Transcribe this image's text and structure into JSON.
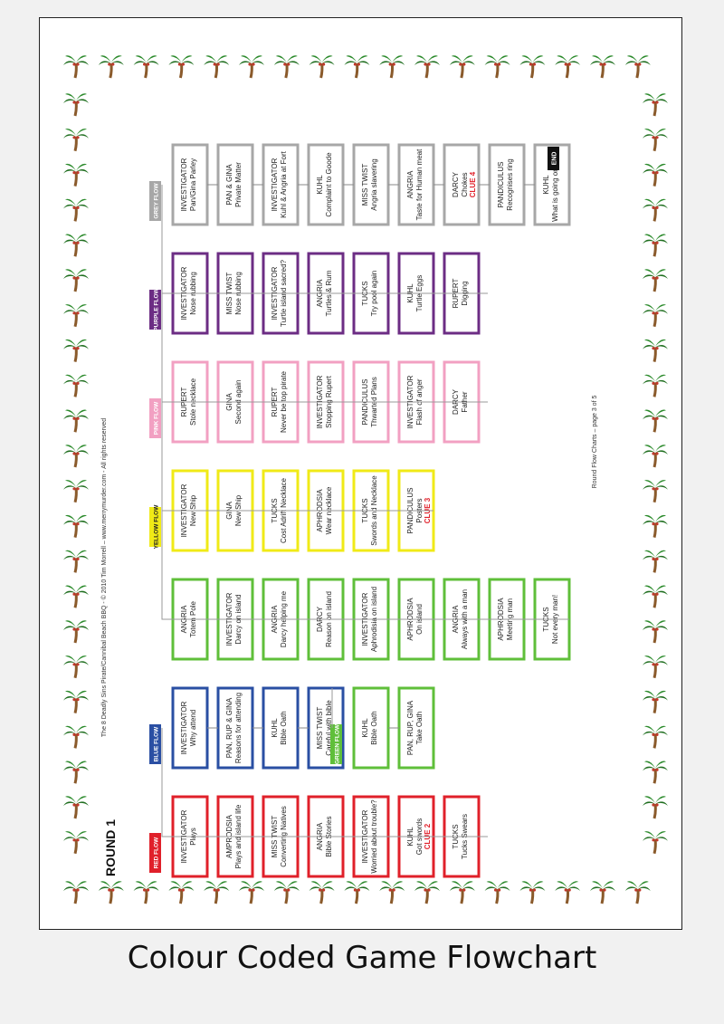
{
  "caption": "Colour Coded Game Flowchart",
  "round_label": "ROUND 1",
  "copyright": "The 8 Deadly Sins Pirate/Cannibal Beach BBQ - © 2010 Tim Morrell – www.merrymurder.com - All rights reserved",
  "page_note": "Round Flow Charts – page 3 of 5",
  "end_label": "END",
  "colors": {
    "red": "#e0202a",
    "blue": "#2a4fa3",
    "green": "#5fbf3a",
    "yellow": "#f0ea17",
    "pink": "#f2a0c2",
    "purple": "#6c2d84",
    "grey": "#a7a7a7",
    "clue": "#e0202a"
  },
  "flows": [
    {
      "id": "red",
      "label": "RED FLOW",
      "boxes": [
        {
          "title": "INVESTIGATOR",
          "sub": "Plays"
        },
        {
          "title": "AMPRODSIA",
          "sub": "Plays and island life"
        },
        {
          "title": "MISS TWIST",
          "sub": "Converting Natives"
        },
        {
          "title": "ANGRIA",
          "sub": "Bible Stories"
        },
        {
          "title": "INVESTIGATOR",
          "sub": "Worried about trouble?"
        },
        {
          "title": "KUHL",
          "sub": "Got swords",
          "clue": "CLUE 2"
        },
        {
          "title": "TUCKS",
          "sub": "Tucks Swears"
        }
      ]
    },
    {
      "id": "blue",
      "label": "BLUE FLOW",
      "boxes": [
        {
          "title": "INVESTIGATOR",
          "sub": "Why attend"
        },
        {
          "title": "PAN, RUP & GINA",
          "sub": "Reasons for attending"
        },
        {
          "title": "KUHL",
          "sub": "Bible Oath"
        },
        {
          "title": "MISS TWIST",
          "sub": "Careful with bible"
        }
      ]
    },
    {
      "id": "green",
      "label": "GREEN FLOW",
      "boxes": [
        {
          "title": "KUHL",
          "sub": "Bible Oath"
        },
        {
          "title": "PAN, RUP, GINA",
          "sub": "Take Oath"
        }
      ]
    },
    {
      "id": "green2",
      "label": "",
      "boxes": [
        {
          "title": "ANGRIA",
          "sub": "Totem Pole"
        },
        {
          "title": "INVESTIGATOR",
          "sub": "Darcy on island"
        },
        {
          "title": "ANGRIA",
          "sub": "Darcy helping me"
        },
        {
          "title": "DARCY",
          "sub": "Reason on island"
        },
        {
          "title": "INVESTIGATOR",
          "sub": "Aphrodisia on island"
        },
        {
          "title": "APHRODSIA",
          "sub": "On island"
        },
        {
          "title": "ANGRIA",
          "sub": "Always with a man"
        },
        {
          "title": "APHRODSIA",
          "sub": "Meeting man"
        },
        {
          "title": "TUCKS",
          "sub": "Not every man!"
        }
      ]
    },
    {
      "id": "yellow",
      "label": "YELLOW FLOW",
      "boxes": [
        {
          "title": "INVESTIGATOR",
          "sub": "New Ship"
        },
        {
          "title": "GINA",
          "sub": "New Ship"
        },
        {
          "title": "TUCKS",
          "sub": "Cost Adrift Necklace"
        },
        {
          "title": "APHRODSIA",
          "sub": "Wear necklace"
        },
        {
          "title": "TUCKS",
          "sub": "Swords and Necklace"
        },
        {
          "title": "PANDICULUS",
          "sub": "Posters",
          "clue": "CLUE 3"
        }
      ]
    },
    {
      "id": "pink",
      "label": "PINK FLOW",
      "boxes": [
        {
          "title": "RUPERT",
          "sub": "Stole necklace"
        },
        {
          "title": "GINA",
          "sub": "Second again"
        },
        {
          "title": "RUPERT",
          "sub": "Never be top pirate"
        },
        {
          "title": "INVESTIGATOR",
          "sub": "Stopping Rupert"
        },
        {
          "title": "PANDICULUS",
          "sub": "Thwarted Plans"
        },
        {
          "title": "INVESTIGATOR",
          "sub": "Flash of anger"
        },
        {
          "title": "DARCY",
          "sub": "Father"
        }
      ]
    },
    {
      "id": "purple",
      "label": "PURPLE FLOW",
      "boxes": [
        {
          "title": "INVESTIGATOR",
          "sub": "Nose rubbing"
        },
        {
          "title": "MISS TWIST",
          "sub": "Nose rubbing"
        },
        {
          "title": "INVESTIGATOR",
          "sub": "Turtle island sacred?"
        },
        {
          "title": "ANGRIA",
          "sub": "Turtles & Rum"
        },
        {
          "title": "TUCKS",
          "sub": "Try pool again"
        },
        {
          "title": "KUHL",
          "sub": "Turtle Eggs"
        },
        {
          "title": "RUPERT",
          "sub": "Digging"
        }
      ]
    },
    {
      "id": "grey",
      "label": "GREY FLOW",
      "boxes": [
        {
          "title": "INVESTIGATOR",
          "sub": "Pan/Gina Parley"
        },
        {
          "title": "PAN & GINA",
          "sub": "Private Matter"
        },
        {
          "title": "INVESTIGATOR",
          "sub": "Kuhl & Angria at Fort"
        },
        {
          "title": "KUHL",
          "sub": "Complaint to Goode"
        },
        {
          "title": "MISS TWIST",
          "sub": "Angria slavering"
        },
        {
          "title": "ANGRIA",
          "sub": "Taste for Human meat"
        },
        {
          "title": "DARCY",
          "sub": "Chokes",
          "clue": "CLUE 4"
        },
        {
          "title": "PANDICULUS",
          "sub": "Recognises ring"
        },
        {
          "title": "KUHL",
          "sub": "What is going on Mum!"
        }
      ]
    }
  ]
}
